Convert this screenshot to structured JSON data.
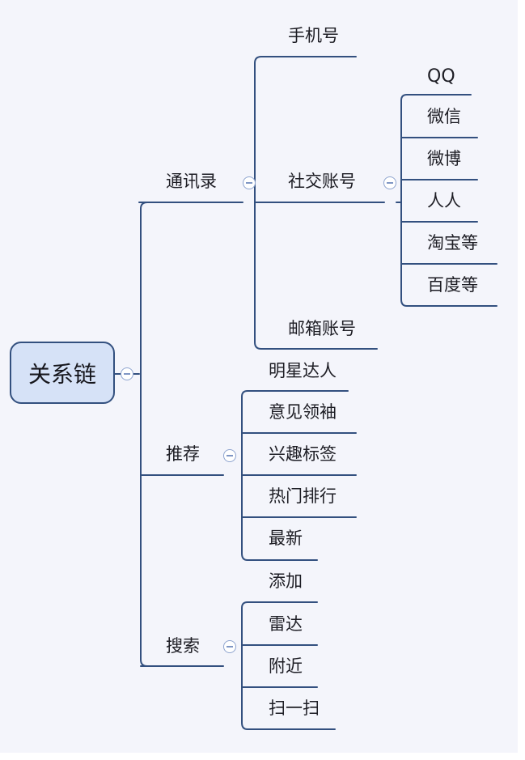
{
  "root": {
    "label": "关系链"
  },
  "branches": [
    {
      "label": "通讯录",
      "children": [
        {
          "label": "手机号"
        },
        {
          "label": "社交账号",
          "children": [
            {
              "label": "QQ"
            },
            {
              "label": "微信"
            },
            {
              "label": "微博"
            },
            {
              "label": "人人"
            },
            {
              "label": "淘宝等"
            },
            {
              "label": "百度等"
            }
          ]
        },
        {
          "label": "邮箱账号"
        }
      ]
    },
    {
      "label": "推荐",
      "children": [
        {
          "label": "明星达人"
        },
        {
          "label": "意见领袖"
        },
        {
          "label": "兴趣标签"
        },
        {
          "label": "热门排行"
        },
        {
          "label": "最新"
        }
      ]
    },
    {
      "label": "搜索",
      "children": [
        {
          "label": "添加"
        },
        {
          "label": "雷达"
        },
        {
          "label": "附近"
        },
        {
          "label": "扫一扫"
        }
      ]
    }
  ],
  "colors": {
    "line": "#33507f",
    "root_fill": "#d6e2f7",
    "background": "#f4f5fb"
  },
  "icons": {
    "collapse": "collapse-minus-icon"
  }
}
